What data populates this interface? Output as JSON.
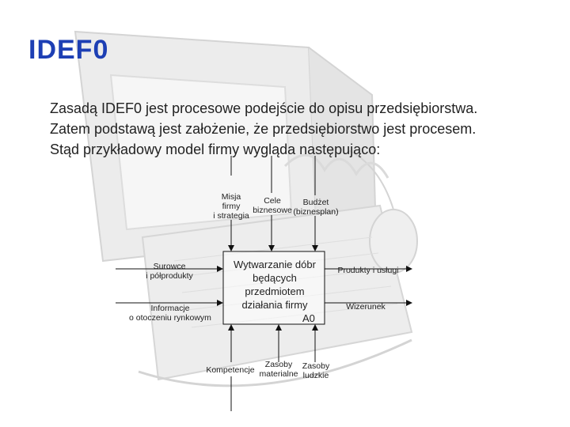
{
  "slide": {
    "title": "IDEF0",
    "lines": [
      "Zasadą IDEF0 jest procesowe podejście do opisu przedsiębiorstwa.",
      "Zatem podstawą jest założenie, że przedsiębiorstwo jest procesem.",
      "Stąd przykładowy model firmy wygląda następująco:"
    ]
  },
  "diagram": {
    "box": {
      "lines": [
        "Wytwarzanie dóbr",
        "będących",
        "przedmiotem",
        "działania firmy"
      ],
      "id": "A0"
    },
    "controls": [
      {
        "lines": [
          "Misja",
          "firmy",
          "i strategia"
        ]
      },
      {
        "lines": [
          "Cele",
          "biznesowe"
        ]
      },
      {
        "lines": [
          "Budżet",
          "(biznesplan)"
        ]
      }
    ],
    "inputs": [
      {
        "lines": [
          "Surowce",
          "i półprodukty"
        ]
      },
      {
        "lines": [
          "Informacje",
          "o otoczeniu rynkowym"
        ]
      }
    ],
    "outputs": [
      {
        "lines": [
          "Produkty i usługi"
        ]
      },
      {
        "lines": [
          "Wizerunek"
        ]
      }
    ],
    "mechanisms": [
      {
        "lines": [
          "Kompetencje"
        ]
      },
      {
        "lines": [
          "Zasoby",
          "materialne"
        ]
      },
      {
        "lines": [
          "Zasoby",
          "ludzkie"
        ]
      }
    ]
  },
  "colors": {
    "title": "#1d3fb4",
    "text": "#222222",
    "background_art": "#c9c9c9"
  }
}
